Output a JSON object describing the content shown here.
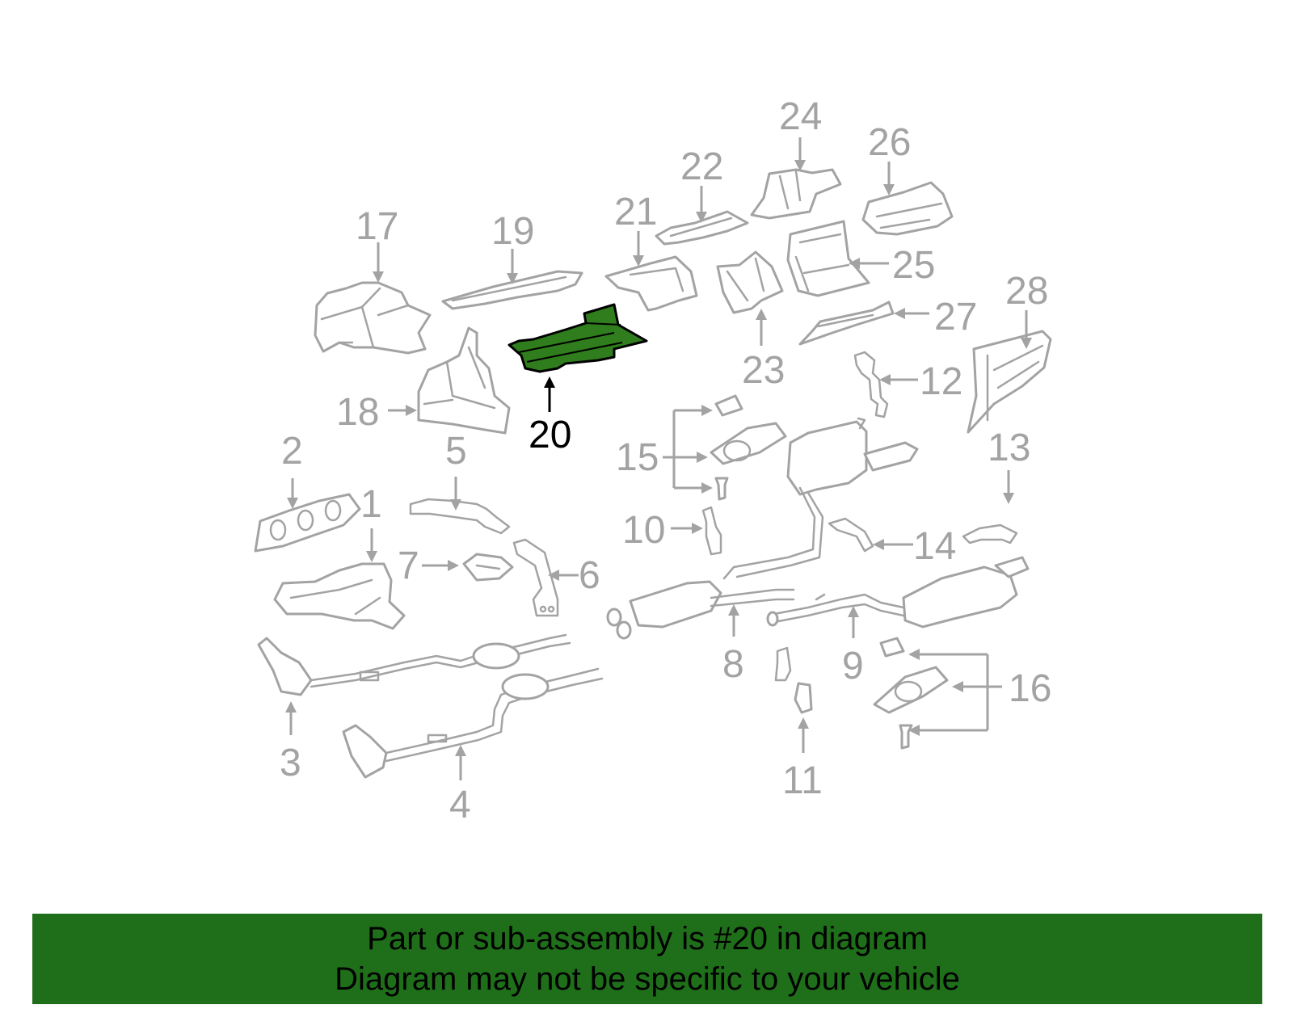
{
  "diagram": {
    "highlight_color": "#2f7d1c",
    "part_color": "#a3a3a3",
    "highlighted_callout": "20",
    "callouts": [
      "1",
      "2",
      "3",
      "4",
      "5",
      "6",
      "7",
      "8",
      "9",
      "10",
      "11",
      "12",
      "13",
      "14",
      "15",
      "16",
      "17",
      "18",
      "19",
      "20",
      "21",
      "22",
      "23",
      "24",
      "25",
      "26",
      "27",
      "28"
    ]
  },
  "banner": {
    "background": "#1f6f1a",
    "line1": "Part or sub-assembly is #20 in diagram",
    "line2": "Diagram may not be specific to your vehicle"
  }
}
